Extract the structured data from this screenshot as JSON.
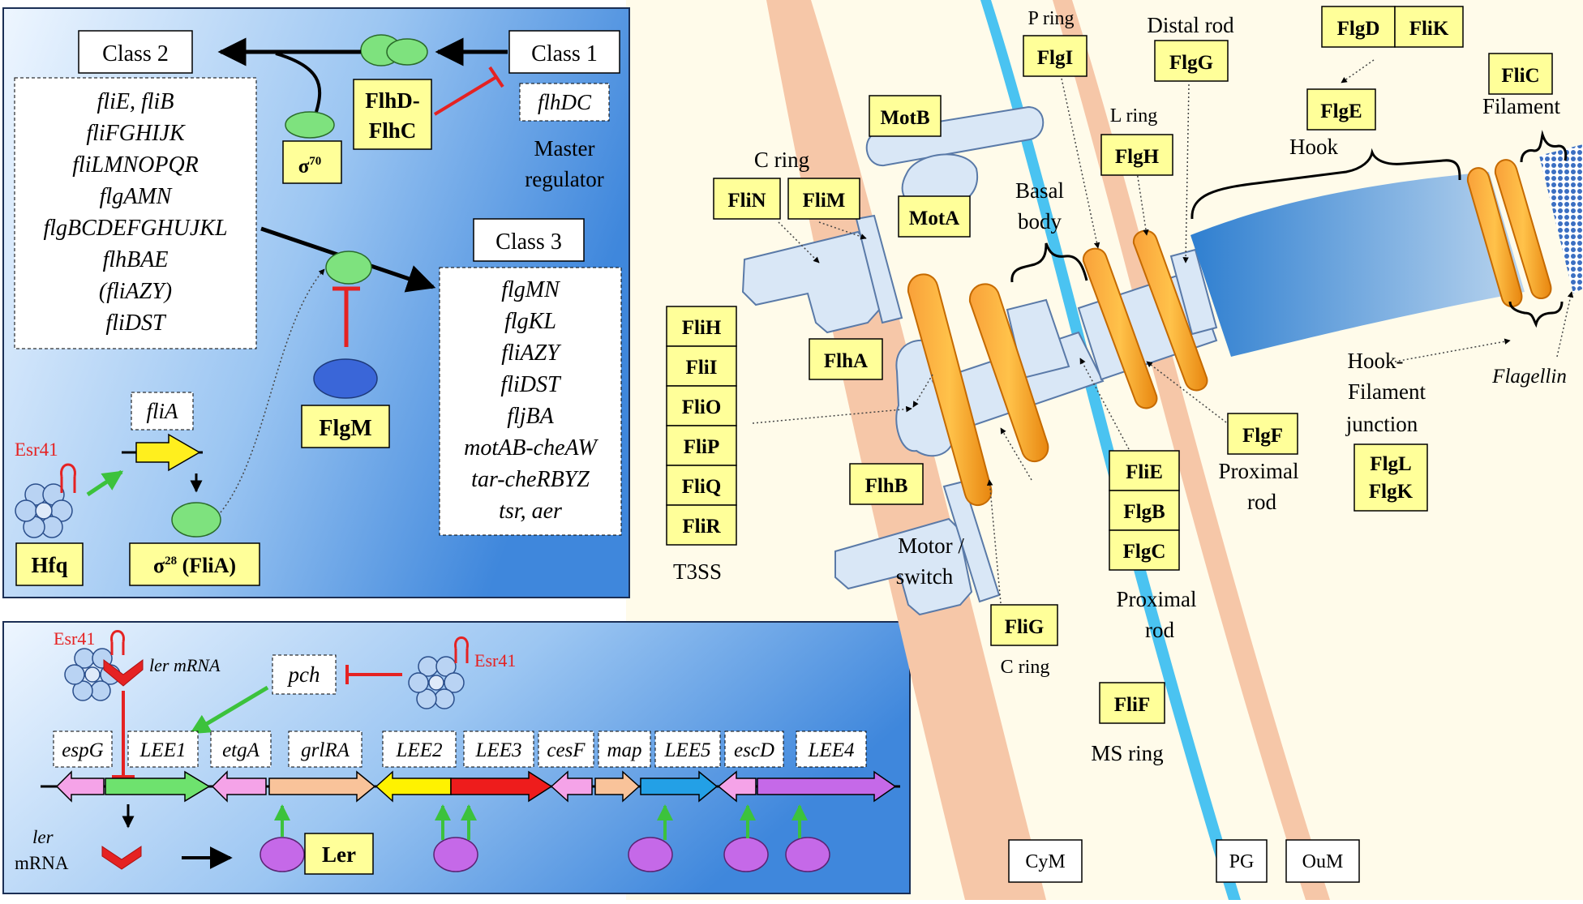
{
  "regulation": {
    "class1": "Class 1",
    "class2": "Class 2",
    "class3": "Class 3",
    "flhdc": "flhDC",
    "master1": "Master",
    "master2": "regulator",
    "flhd": "FlhD-",
    "flhc": "FlhC",
    "sigma70": "σ",
    "sigma70_sup": "70",
    "class2_genes": [
      "fliE, fliB",
      "fliFGHIJK",
      "fliLMNOPQR",
      "flgAMN",
      "flgBCDEFGHUJKL",
      "flhBAE",
      "(fliAZY)",
      "fliDST"
    ],
    "class3_genes": [
      "flgMN",
      "flgKL",
      "fliAZY",
      "fliDST",
      "fljBA",
      "motAB-cheAW",
      "tar-cheRBYZ",
      "tsr, aer"
    ],
    "flgm": "FlgM",
    "flia": "fliA",
    "esr41": "Esr41",
    "hfq": "Hfq",
    "sigma28": "σ",
    "sigma28_sup": "28",
    "sigma28_suffix": " (FliA)"
  },
  "lee": {
    "esr41_left": "Esr41",
    "esr41_right": "Esr41",
    "ler_mrna": "ler mRNA",
    "pch": "pch",
    "genes": [
      "espG",
      "LEE1",
      "etgA",
      "grlRA",
      "LEE2",
      "LEE3",
      "cesF",
      "map",
      "LEE5",
      "escD",
      "LEE4"
    ],
    "ler_label1": "ler",
    "ler_label2": "mRNA",
    "ler_protein": "Ler"
  },
  "flagellum": {
    "cring_top": "C ring",
    "flin": "FliN",
    "flim": "FliM",
    "motb": "MotB",
    "mota": "MotA",
    "basal1": "Basal",
    "basal2": "body",
    "flha": "FlhA",
    "flhb": "FlhB",
    "t3ss": [
      "FliH",
      "FliI",
      "FliO",
      "FliP",
      "FliQ",
      "FliR"
    ],
    "t3ss_label": "T3SS",
    "motor1": "Motor /",
    "motor2": "switch",
    "flig": "FliG",
    "cring_bottom": "C ring",
    "flif": "FliF",
    "msring": "MS ring",
    "pring": "P ring",
    "flgi": "FlgI",
    "distal": "Distal rod",
    "flgg": "FlgG",
    "lring": "L ring",
    "flgh": "FlgH",
    "rod_proteins": [
      "FliE",
      "FlgB",
      "FlgC"
    ],
    "proximal_rod1": "Proximal",
    "proximal_rod2": "rod",
    "flgf": "FlgF",
    "proximal_rod_b1": "Proximal",
    "proximal_rod_b2": "rod",
    "flgd": "FlgD",
    "flik": "FliK",
    "flge": "FlgE",
    "hook": "Hook",
    "flic": "FliC",
    "filament": "Filament",
    "junction": [
      "Hook-",
      "Filament",
      "junction"
    ],
    "flagellin": "Flagellin",
    "flgl": "FlgL",
    "flgk": "FlgK",
    "cym": "CyM",
    "pg": "PG",
    "oum": "OuM"
  }
}
